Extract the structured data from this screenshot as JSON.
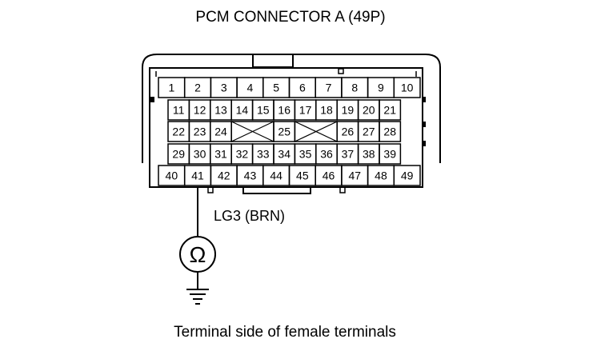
{
  "title": "PCM CONNECTOR A (49P)",
  "wire_label": "LG3 (BRN)",
  "meter_symbol": "Ω",
  "footer": "Terminal side of female terminals",
  "rows": [
    [
      "1",
      "2",
      "3",
      "4",
      "5",
      "6",
      "7",
      "8",
      "9",
      "10"
    ],
    [
      "11",
      "12",
      "13",
      "14",
      "15",
      "16",
      "17",
      "18",
      "19",
      "20",
      "21"
    ],
    [
      "22",
      "23",
      "24",
      "25",
      "26",
      "27",
      "28"
    ],
    [
      "29",
      "30",
      "31",
      "32",
      "33",
      "34",
      "35",
      "36",
      "37",
      "38",
      "39"
    ],
    [
      "40",
      "41",
      "42",
      "43",
      "44",
      "45",
      "46",
      "47",
      "48",
      "49"
    ]
  ],
  "probed_terminal": "41",
  "icons": [
    "ohmmeter-icon",
    "ground-icon",
    "connector-latch-icon"
  ]
}
